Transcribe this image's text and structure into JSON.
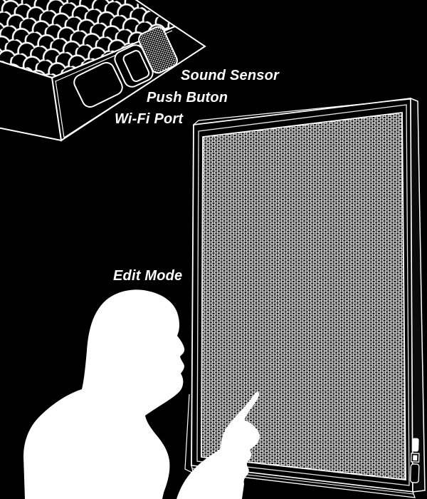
{
  "scene": {
    "background_color": "#000000",
    "line_color": "#ffffff",
    "description": "Line-art diagram of an LED matrix display: rear corner of the unit with its side controls at top-left, front mesh panel at right, and a person silhouette touching the screen"
  },
  "labels": {
    "sound_sensor": "Sound Sensor",
    "push_button": "Push Buton",
    "wifi_port": "Wi-Fi Port",
    "edit_mode": "Edit Mode"
  }
}
